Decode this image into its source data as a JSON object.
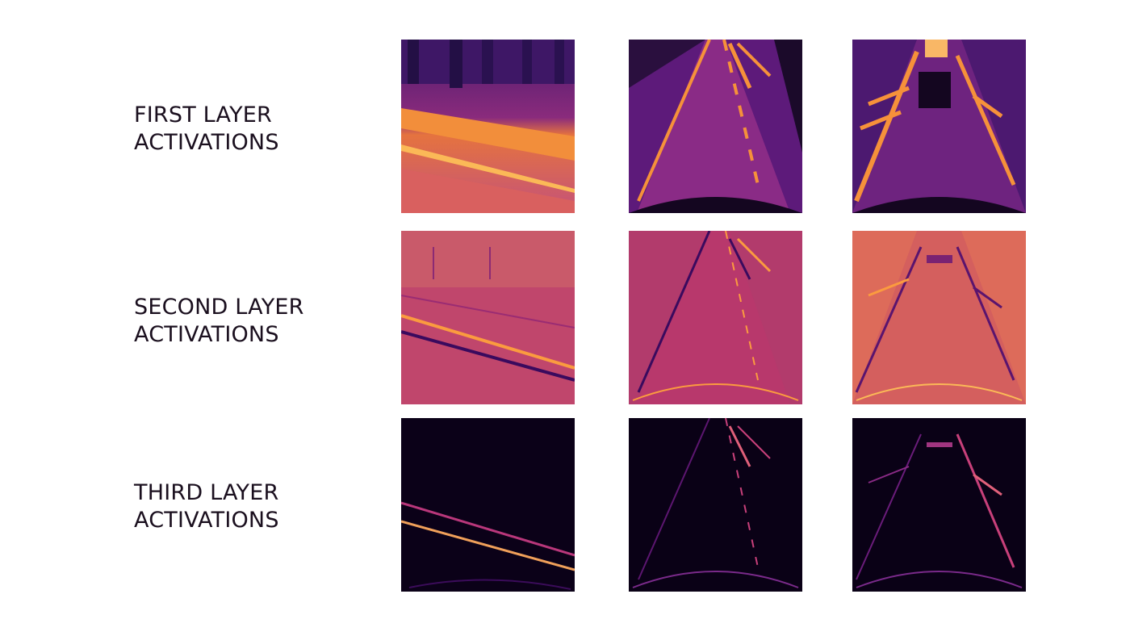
{
  "rows": [
    {
      "line1": "FIRST LAYER",
      "line2": "ACTIVATIONS"
    },
    {
      "line1": "SECOND LAYER",
      "line2": "ACTIVATIONS"
    },
    {
      "line1": "THIRD LAYER",
      "line2": "ACTIVATIONS"
    }
  ],
  "colormap": {
    "first": {
      "bg": "#6b1e7e",
      "road": "#6a1c78",
      "line": "#f6913a",
      "dark": "#1b0a2a"
    },
    "second": {
      "bg": "#c2466b",
      "road": "#b43a6e",
      "line": "#fb9b3f",
      "dark": "#3a0a5e"
    },
    "third": {
      "bg": "#0b0118",
      "road": "#0a0116",
      "line": "#c8407a",
      "dark": "#000004"
    }
  }
}
